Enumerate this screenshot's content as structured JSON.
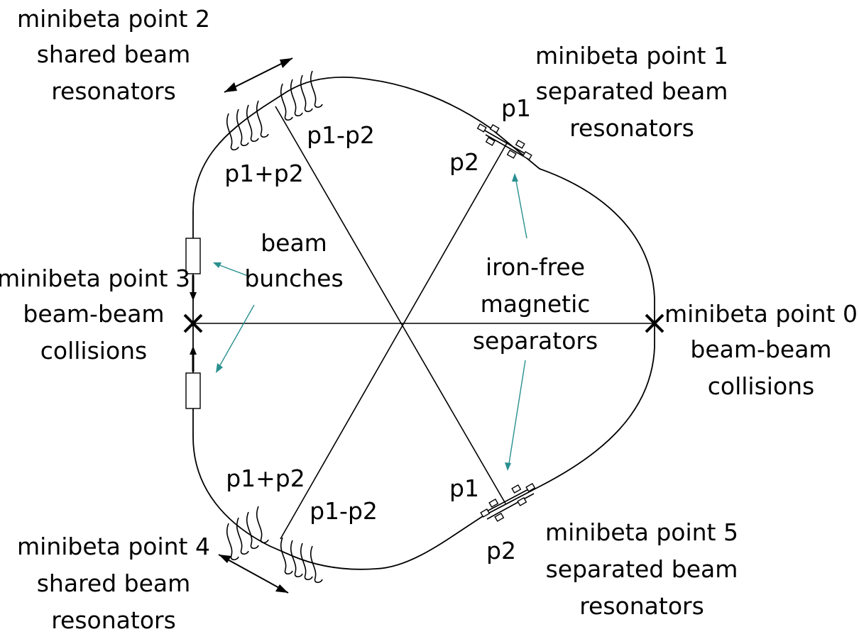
{
  "labels": {
    "mp2_line1": "minibeta point 2",
    "mp2_line2": "shared beam",
    "mp2_line3": "resonators",
    "mp1_line1": "minibeta point 1",
    "mp1_line2": "separated beam",
    "mp1_line3": "resonators",
    "mp3_line1": "minibeta point 3",
    "mp3_line2": "beam-beam",
    "mp3_line3": "collisions",
    "mp0_line1": "minibeta point 0",
    "mp0_line2": "beam-beam",
    "mp0_line3": "collisions",
    "mp4_line1": "minibeta point 4",
    "mp4_line2": "shared beam",
    "mp4_line3": "resonators",
    "mp5_line1": "minibeta point 5",
    "mp5_line2": "separated beam",
    "mp5_line3": "resonators",
    "bunches_line1": "beam",
    "bunches_line2": "bunches",
    "sep_line1": "iron-free",
    "sep_line2": "magnetic",
    "sep_line3": "separators",
    "p1_top": "p1",
    "p2_top": "p2",
    "p1p2_top": "p1+p2",
    "p1m2_top": "p1-p2",
    "p1p2_bottom": "p1+p2",
    "p1m2_bottom": "p1-p2",
    "p1_bottom": "p1",
    "p2_bottom": "p2"
  },
  "colors": {
    "line": "#000000",
    "pointer": "#2a8f8f",
    "background": "#ffffff"
  }
}
